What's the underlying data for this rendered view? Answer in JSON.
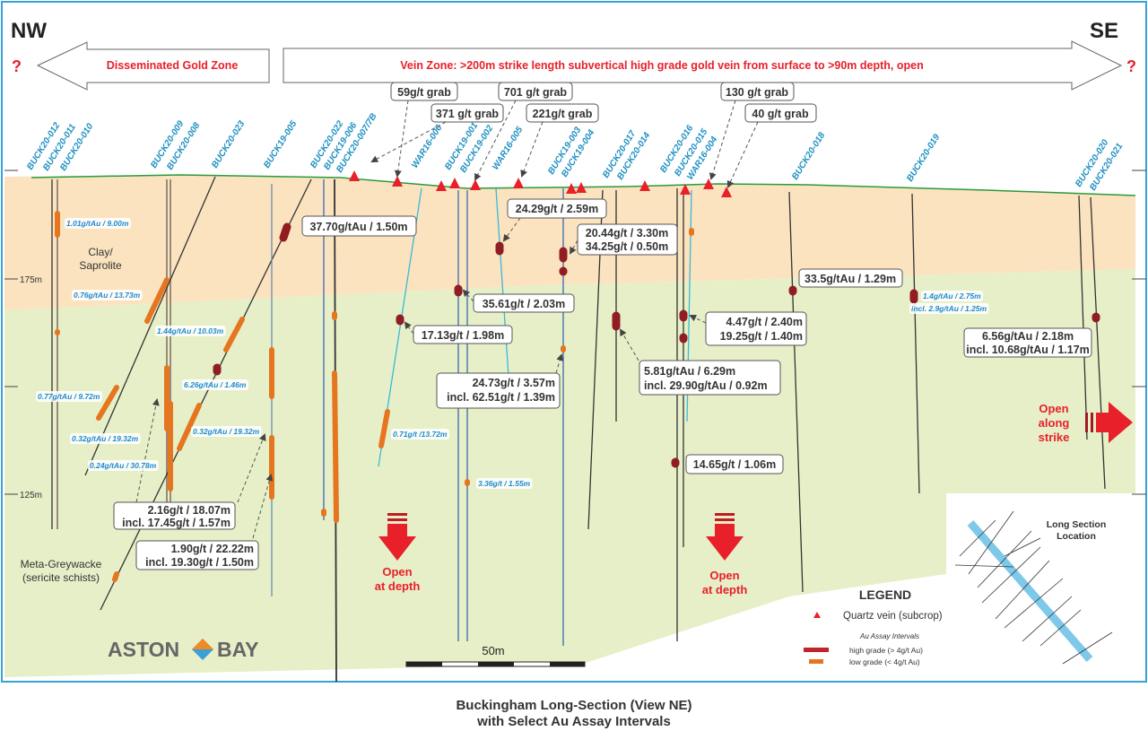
{
  "header": {
    "nw": "NW",
    "se": "SE",
    "question": "?",
    "left_zone": "Disseminated Gold Zone",
    "right_zone": "Vein Zone: >200m strike length subvertical high grade gold vein from surface to >90m depth, open"
  },
  "grabs": [
    "59g/t grab",
    "371 g/t grab",
    "701 g/t grab",
    "221g/t grab",
    "130 g/t grab",
    "40 g/t grab"
  ],
  "holes": [
    "BUCK20-012",
    "BUCK20-011",
    "BUCK20-010",
    "BUCK20-009",
    "BUCK20-008",
    "BUCK20-023",
    "BUCK19-005",
    "BUCK20-022",
    "BUCK19-006",
    "BUCK20-007/7B",
    "WAR16-006",
    "BUCK19-001",
    "BUCK19-002",
    "WAR16-005",
    "BUCK19-003",
    "BUCK19-004",
    "BUCK20-017",
    "BUCK20-014",
    "BUCK20-016",
    "BUCK20-015",
    "WAR16-004",
    "BUCK20-018",
    "BUCK20-019",
    "BUCK20-020",
    "BUCK20-021"
  ],
  "axis": {
    "elev_175": "175m",
    "elev_125": "125m"
  },
  "units": {
    "clay": [
      "Clay/",
      "Saprolite"
    ],
    "greywacke": [
      "Meta-Greywacke",
      "(sericite schists)"
    ]
  },
  "callouts": {
    "c1": "37.70g/tAu / 1.50m",
    "c2": "24.29g/t / 2.59m",
    "c3a": "20.44g/t / 3.30m",
    "c3b": "34.25g/t / 0.50m",
    "c4": "35.61g/t / 2.03m",
    "c5": "17.13g/t / 1.98m",
    "c6a": "24.73g/t / 3.57m",
    "c6b": "incl. 62.51g/t / 1.39m",
    "c7a": "5.81g/tAu / 6.29m",
    "c7b": "incl. 29.90g/tAu / 0.92m",
    "c8a": "4.47g/t / 2.40m",
    "c8b": "19.25g/t / 1.40m",
    "c9": "33.5g/tAu / 1.29m",
    "c10": "14.65g/t / 1.06m",
    "c11a": "6.56g/tAu / 2.18m",
    "c11b": "incl. 10.68g/tAu / 1.17m",
    "c12a": "2.16g/t / 18.07m",
    "c12b": "incl. 17.45g/t / 1.57m",
    "c13a": "1.90g/t / 22.22m",
    "c13b": "incl. 19.30g/t / 1.50m"
  },
  "small_labels": [
    "1.01g/tAu / 9.00m",
    "0.76g/tAu / 13.73m",
    "1.44g/tAu / 10.03m",
    "6.26g/tAu / 1.46m",
    "0.77g/tAu / 9.72m",
    "0.32g/tAu / 19.32m",
    "0.32g/tAu / 19.32m",
    "0.24g/tAu / 30.78m",
    "0.71g/t /13.72m",
    "3.36g/t / 1.55m",
    "1.4g/tAu / 2.75m",
    "incl. 2.9g/tAu / 1.25m"
  ],
  "open": {
    "depth": [
      "Open",
      "at depth"
    ],
    "strike": [
      "Open",
      "along",
      "strike"
    ]
  },
  "legend": {
    "title": "LEGEND",
    "quartz": "Quartz vein (subcrop)",
    "assay_title": "Au Assay Intervals",
    "high": "high grade (> 4g/t Au)",
    "low": "low grade  (< 4g/t Au)"
  },
  "inset": {
    "title": [
      "Long Section",
      "Location"
    ]
  },
  "scale": {
    "label": "50m"
  },
  "logo": {
    "left": "ASTON",
    "right": "BAY"
  },
  "caption": [
    "Buckingham Long-Section (View NE)",
    "with Select Au Assay Intervals"
  ],
  "colors": {
    "clay": "#fbe3bf",
    "greywacke": "#e7efc8",
    "accent_red": "#e8202a",
    "hole_blue": "#1e90c2",
    "high_grade": "#8f1d22",
    "low_grade": "#e5761f"
  }
}
